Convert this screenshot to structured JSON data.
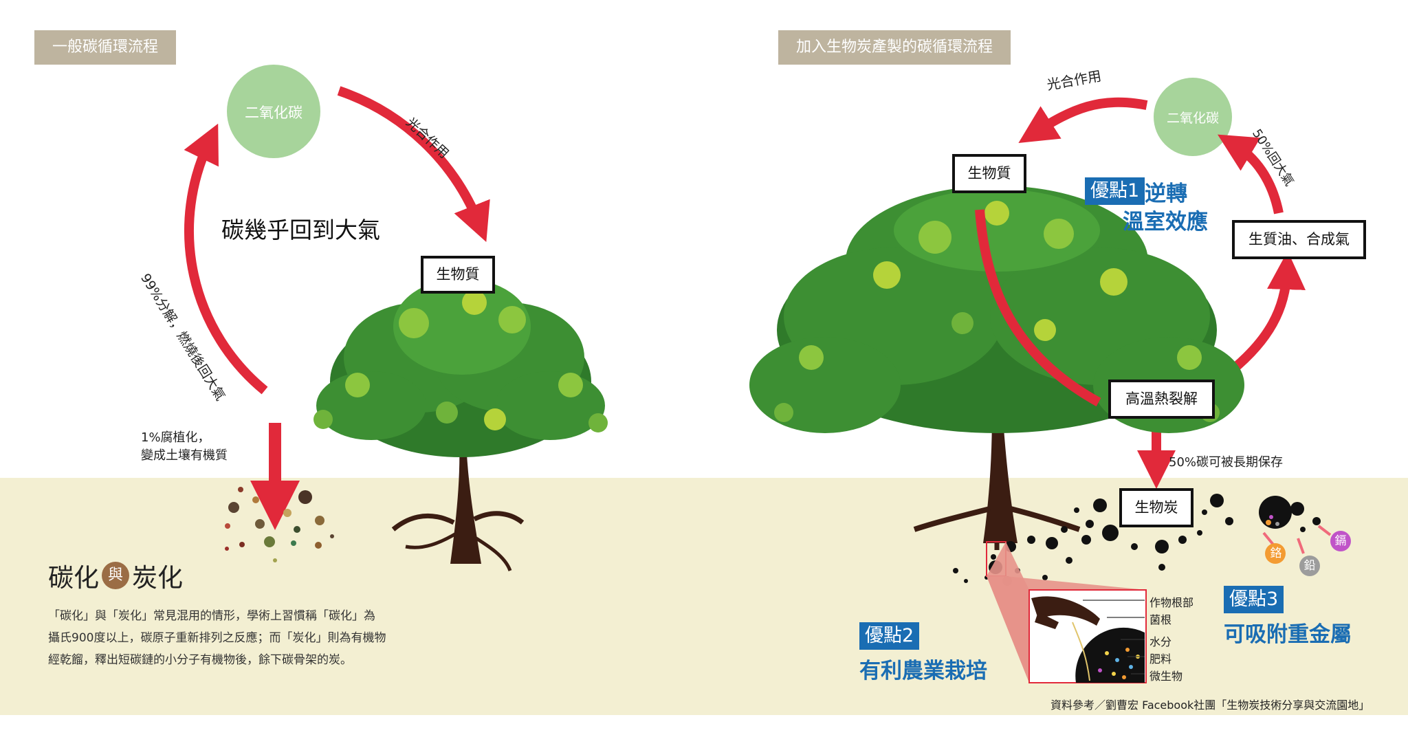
{
  "left": {
    "header": "一般碳循環流程",
    "co2_label": "二氧化碳",
    "photosynthesis_label": "光合作用",
    "center_label": "碳幾乎回到大氣",
    "biomass_label": "生物質",
    "decompose_label": "99%分解，燃燒後回大氣",
    "humus_line1": "1%腐植化，",
    "humus_line2": "變成土壤有機質",
    "title_part1": "碳化",
    "title_mid": "與",
    "title_part2": "炭化",
    "paragraph": [
      "「碳化」與「炭化」常見混用的情形，學術上習慣稱「碳化」為",
      "攝氏900度以上，碳原子重新排列之反應；而「炭化」則為有機物",
      "經乾餾，釋出短碳鏈的小分子有機物後，餘下碳骨架的炭。"
    ]
  },
  "right": {
    "header": "加入生物炭產製的碳循環流程",
    "co2_label": "二氧化碳",
    "photosynthesis_label": "光合作用",
    "return_label": "50%回大氣",
    "biomass_label": "生物質",
    "oil_gas_label": "生質油、合成氣",
    "pyrolysis_label": "高溫熱裂解",
    "storage_label": "50%碳可被長期保存",
    "biochar_label": "生物炭",
    "advantage1_tag": "優點1",
    "advantage1_line1": "逆轉",
    "advantage1_line2": "溫室效應",
    "advantage2_tag": "優點2",
    "advantage2_text": "有利農業栽培",
    "advantage3_tag": "優點3",
    "advantage3_text": "可吸附重金屬",
    "metals": [
      "鉻",
      "鉛",
      "鎘"
    ],
    "inset_labels": [
      "作物根部",
      "菌根",
      "水分",
      "肥料",
      "微生物"
    ]
  },
  "source": "資料參考／劉曹宏 Facebook社團「生物炭技術分享與交流園地」",
  "colors": {
    "arrow_red": "#e1293a",
    "circle_green": "#a7d49b",
    "header_tan": "#beb49f",
    "ground": "#f3efd2",
    "accent_blue": "#1a6db3",
    "trunk": "#3b1d12"
  }
}
